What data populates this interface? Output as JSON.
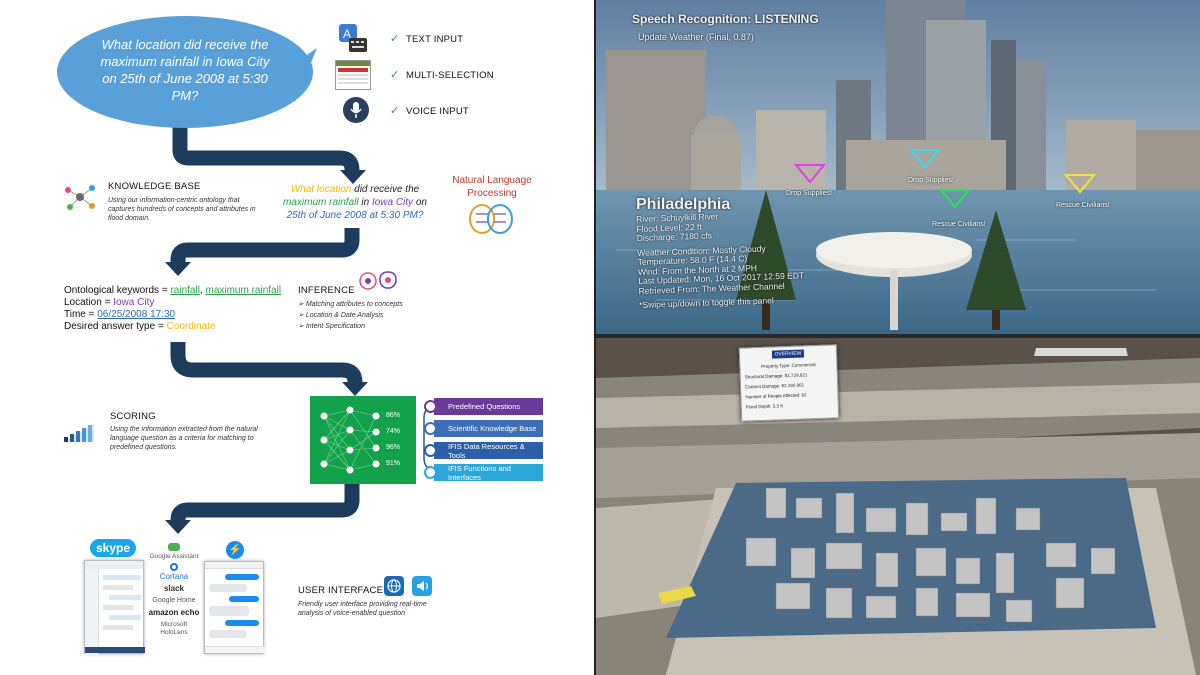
{
  "question_bubble": "What location did receive the maximum rainfall in Iowa City on 25th of June 2008 at 5:30 PM?",
  "input_methods": [
    "TEXT INPUT",
    "MULTI-SELECTION",
    "VOICE INPUT"
  ],
  "knowledge_base": {
    "title": "KNOWLEDGE BASE",
    "desc": "Using our information-centric ontology that captures hundreds of concepts and attributes in flood domain."
  },
  "question_colored": {
    "p1": "What location",
    "p2": " did receive the ",
    "p3": "maximum rainfall",
    "p4": " in ",
    "p5": "Iowa City",
    "p6": " on ",
    "p7": "25th of June 2008 at 5:30 PM?"
  },
  "nlp": {
    "title": "Natural Language Processing"
  },
  "keywords": {
    "k1_label": "Ontological keywords = ",
    "k1_v1": "rainfall",
    "k1_sep": ", ",
    "k1_v2": "maximum rainfall",
    "k2_label": "Location = ",
    "k2_val": "Iowa City",
    "k3_label": "Time = ",
    "k3_val": "06/25/2008 17:30",
    "k4_label": "Desired answer type = ",
    "k4_val": "Coordinate"
  },
  "inference": {
    "title": "INFERENCE",
    "items": [
      "Matching attributes to concepts",
      "Location & Date Analysis",
      "Intent Specification"
    ]
  },
  "scoring": {
    "title": "SCORING",
    "desc": "Using the information extracted from the natural language question as a criteria for matching to predefined questions."
  },
  "nn_scores": [
    "86%",
    "74%",
    "96%",
    "91%"
  ],
  "ribbons": [
    "Predefined Questions",
    "Scientific Knowledge Base",
    "IFIS Data Resources & Tools",
    "IFIS Functions and Interfaces"
  ],
  "ribbon_colors": [
    "#6a3a98",
    "#3e6eb8",
    "#2d5fa8",
    "#2aa6d8"
  ],
  "platforms": [
    "Google Assistant",
    "Cortana",
    "slack",
    "Google Home",
    "amazon echo",
    "Microsoft HoloLens"
  ],
  "skype_label": "skype",
  "user_interface": {
    "title": "USER INTERFACE",
    "desc": "Friendly user interface providing real-time analysis of voice-enabled question"
  },
  "ar": {
    "speech": "Speech Recognition: LISTENING",
    "update": "Update Weather (Final, 0.87)",
    "city": "Philadelphia",
    "info": [
      "River: Schuylkill River",
      "Flood Level: 22 ft",
      "Discharge: 7180 cfs",
      "",
      "Weather Condition: Mostly Cloudy",
      "Temperature: 58.0 F (14.4 C)",
      "Wind: From the North at 2 MPH",
      "Last Updated: Mon, 16 Oct 2017 12:59 EDT",
      "Retrieved From: The Weather Channel",
      "",
      "*Swipe up/down to toggle this panel"
    ],
    "tags": [
      "Drop Supplies!",
      "Drop Supplies!",
      "Rescue Civilians!",
      "Rescue Civilians!"
    ]
  },
  "overview": {
    "title": "OVERVIEW",
    "lines": [
      "Property Type: Commercial",
      "Structural Damage: $1,729,821",
      "Content Damage: $2,192,861",
      "Number of People Affected: 62",
      "Flood Depth: 5.5 ft"
    ]
  },
  "colors": {
    "arrow": "#1d3b5c",
    "bubble": "#5aa0d8",
    "nn_green": "#13a24a"
  }
}
